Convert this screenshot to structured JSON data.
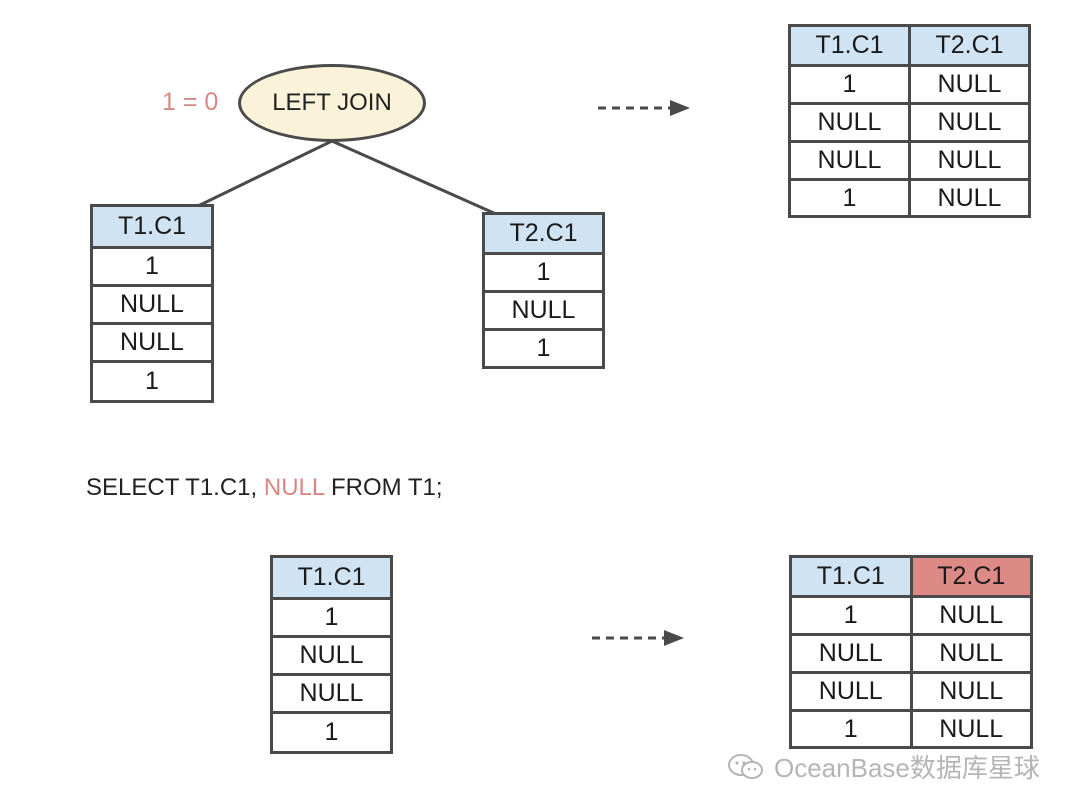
{
  "join_node": {
    "condition": "1 = 0",
    "label": "LEFT JOIN"
  },
  "t1_table": {
    "header": "T1.C1",
    "rows": [
      "1",
      "NULL",
      "NULL",
      "1"
    ]
  },
  "t2_table": {
    "header": "T2.C1",
    "rows": [
      "1",
      "NULL",
      "1"
    ]
  },
  "join_result": {
    "headers": [
      "T1.C1",
      "T2.C1"
    ],
    "rows": [
      [
        "1",
        "NULL"
      ],
      [
        "NULL",
        "NULL"
      ],
      [
        "NULL",
        "NULL"
      ],
      [
        "1",
        "NULL"
      ]
    ]
  },
  "sql": {
    "part1": "SELECT T1.C1, ",
    "highlight": "NULL",
    "part2": " FROM T1;"
  },
  "select_source": {
    "header": "T1.C1",
    "rows": [
      "1",
      "NULL",
      "NULL",
      "1"
    ]
  },
  "select_result": {
    "headers": [
      "T1.C1",
      "T2.C1"
    ],
    "rows": [
      [
        "1",
        "NULL"
      ],
      [
        "NULL",
        "NULL"
      ],
      [
        "NULL",
        "NULL"
      ],
      [
        "1",
        "NULL"
      ]
    ]
  },
  "watermark": {
    "text": "OceanBase数据库星球",
    "icon": "wechat-icon"
  },
  "colors": {
    "header_blue": "#cfe3f3",
    "header_red": "#dd8a87",
    "ellipse_fill": "#fbf3d9",
    "highlight_text": "#d98784",
    "border": "#4a4a4a"
  }
}
